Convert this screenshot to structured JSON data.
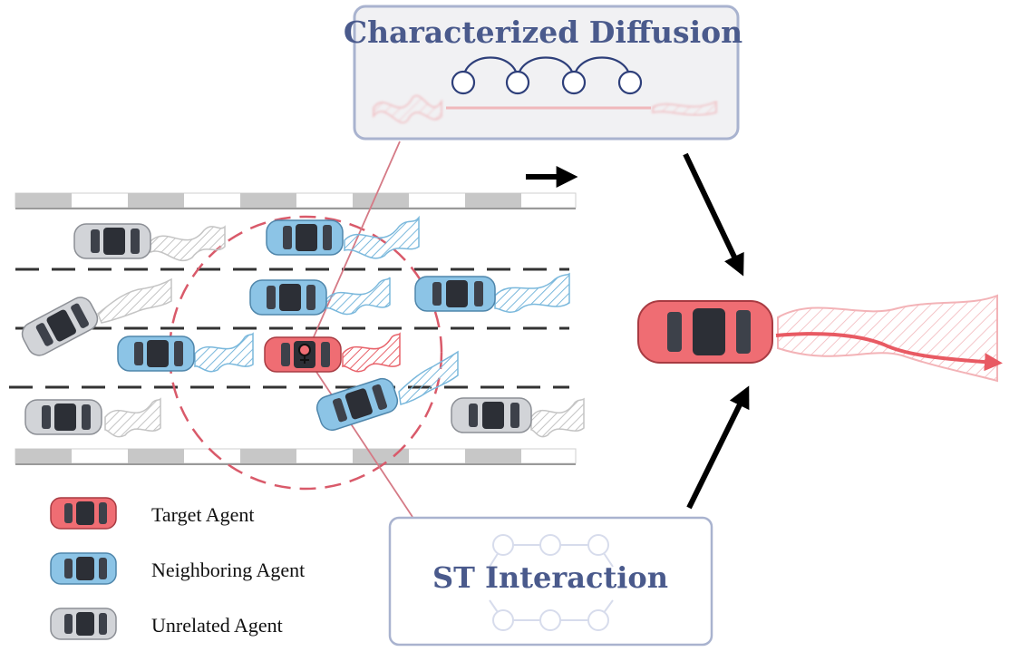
{
  "boxes": {
    "diffusion_title": "Characterized Diffusion",
    "interaction_title": "ST Interaction"
  },
  "legend": {
    "target": "Target Agent",
    "neighbor": "Neighboring Agent",
    "unrelated": "Unrelated Agent"
  },
  "colors": {
    "target": "#e8626a",
    "neighbor": "#7ab8dc",
    "unrelated": "#c9c9c9",
    "box_border": "#a9b3cf",
    "title": "#4a5a8c"
  }
}
